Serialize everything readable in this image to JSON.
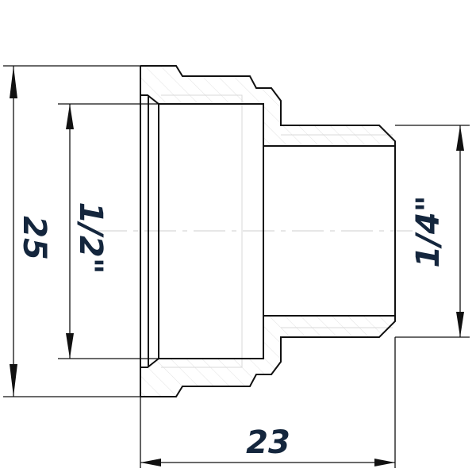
{
  "drawing": {
    "type": "technical-cross-section",
    "subject": "pipe fitting adapter (reducer)",
    "colors": {
      "line": "#111111",
      "dimension_text": "#14263d",
      "hatch": "#e2e2e2",
      "background": "#ffffff"
    }
  },
  "dimensions": {
    "outer_diameter": {
      "label": "25",
      "orientation": "vertical"
    },
    "female_thread": {
      "label": "1/2\"",
      "orientation": "vertical"
    },
    "male_thread": {
      "label": "1/4\"",
      "orientation": "vertical"
    },
    "overall_length": {
      "label": "23",
      "orientation": "horizontal"
    }
  }
}
